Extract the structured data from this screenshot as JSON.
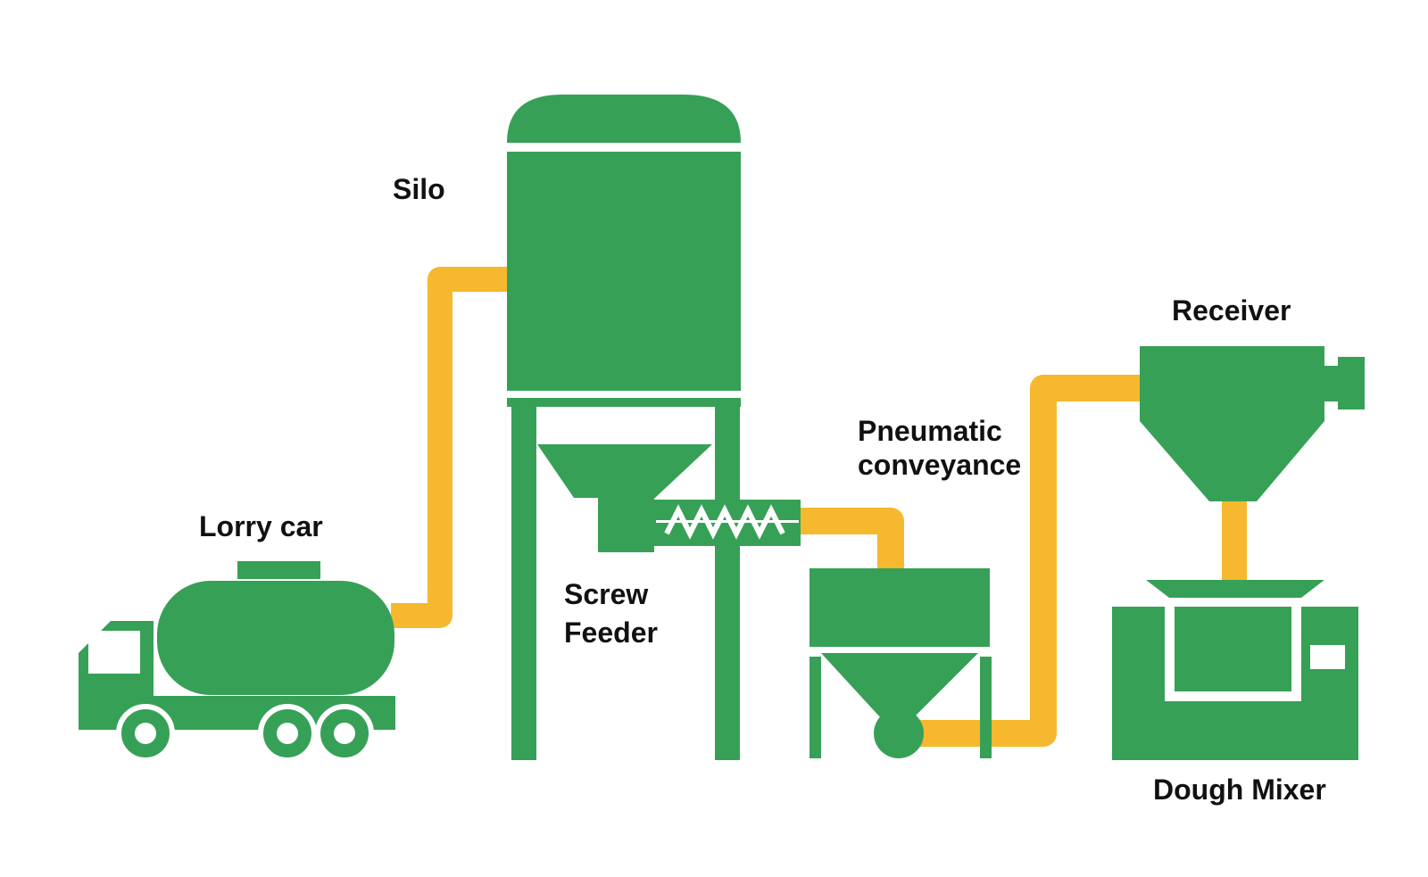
{
  "labels": {
    "silo": "Silo",
    "lorry_car": "Lorry car",
    "screw_feeder_line1": "Screw",
    "screw_feeder_line2": "Feeder",
    "pneumatic_line1": "Pneumatic",
    "pneumatic_line2": "conveyance",
    "receiver": "Receiver",
    "dough_mixer": "Dough Mixer"
  },
  "colors": {
    "equipment": "#37a057",
    "pipe": "#f5b82e",
    "background": "#ffffff",
    "text": "#111111"
  },
  "icons": [
    "lorry-car-icon",
    "silo-icon",
    "screw-feeder-icon",
    "pneumatic-hopper-icon",
    "receiver-icon",
    "dough-mixer-icon"
  ]
}
